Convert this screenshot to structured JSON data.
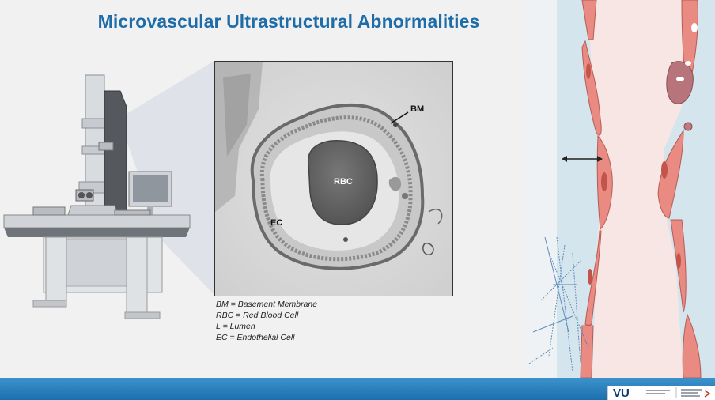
{
  "slide": {
    "title": "Microvascular Ultrastructural Abnormalities"
  },
  "micrograph": {
    "labels": {
      "bm": "BM",
      "rbc": "RBC",
      "ec": "EC"
    }
  },
  "legend": [
    "BM = Basement Membrane",
    "RBC = Red Blood Cell",
    "L = Lumen",
    "EC = Endothelial Cell"
  ],
  "logo": {
    "vu": "VU"
  },
  "colors": {
    "title": "#1f6da8",
    "bar": "#1b6fae",
    "vessel_wall": "#e98b82",
    "vessel_lumen": "#f7e6e3",
    "interstitium": "#d4e5ee"
  },
  "icons": [
    "electron-microscope-illustration",
    "double-arrow-icon",
    "vu-logo"
  ]
}
